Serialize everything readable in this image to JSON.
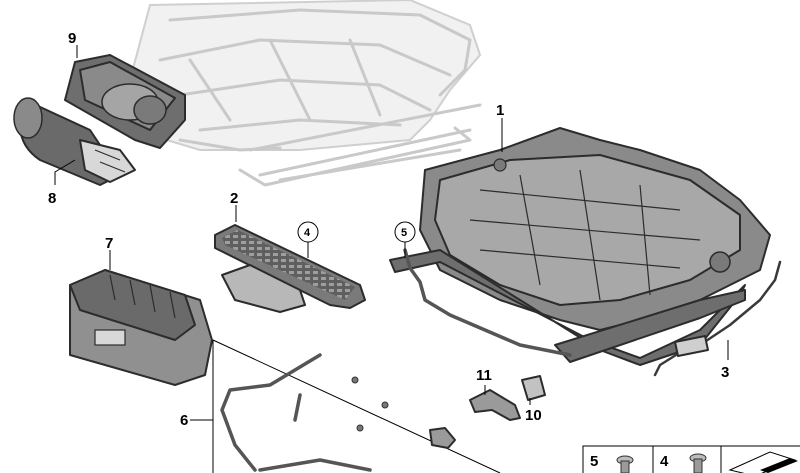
{
  "callouts": {
    "c1": "1",
    "c2": "2",
    "c3": "3",
    "c4": "4",
    "c5": "5",
    "c6": "6",
    "c7": "7",
    "c8": "8",
    "c9": "9",
    "c10": "10",
    "c11": "11"
  },
  "legend": {
    "cell1": "5",
    "cell2": "4"
  },
  "colors": {
    "part_dark": "#6b6b6b",
    "part_mid": "#8e8e8e",
    "part_light": "#bdbdbd",
    "ghost": "#d6d6d6"
  }
}
